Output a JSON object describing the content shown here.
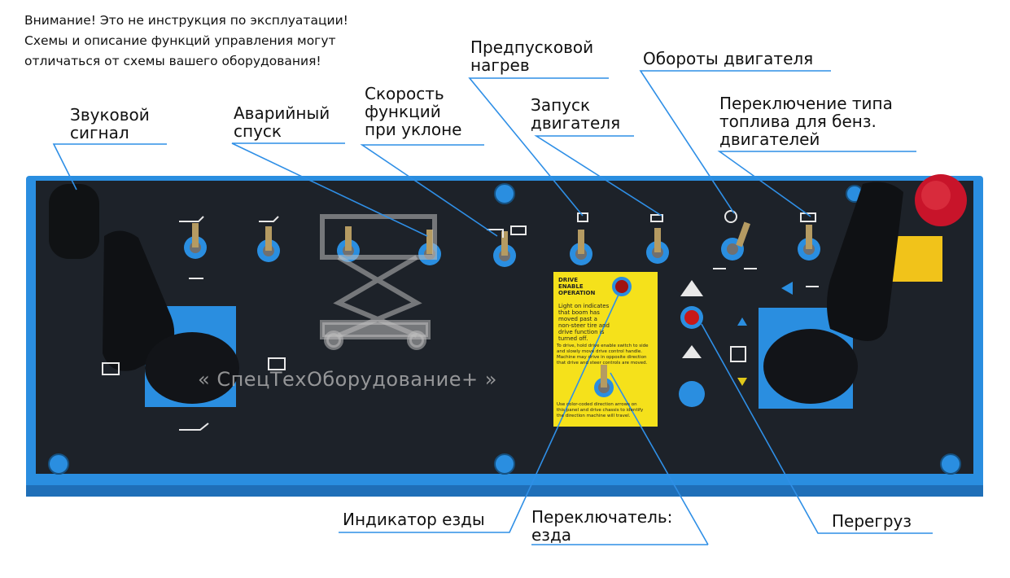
{
  "warning": {
    "lines": [
      "Внимание! Это не инструкция по эксплуатации!",
      "Схемы и описание функций управления могут",
      "отличаться от схемы вашего оборудования!"
    ]
  },
  "labels": {
    "horn": [
      "Звуковой",
      "сигнал"
    ],
    "emergency_lowering": [
      "Аварийный",
      "спуск"
    ],
    "slope_speed": [
      "Скорость",
      "функций",
      "при уклоне"
    ],
    "preheat": [
      "Предпусковой",
      "нагрев"
    ],
    "engine_start": [
      "Запуск",
      "двигателя"
    ],
    "engine_rpm": [
      "Обороты двигателя"
    ],
    "fuel_switch": [
      "Переключение типа",
      "топлива для бенз.",
      "двигателей"
    ],
    "drive_indicator": [
      "Индикатор езды"
    ],
    "drive_switch": [
      "Переключатель:",
      "езда"
    ],
    "overload": [
      "Перегруз"
    ]
  },
  "watermark": "« СпецТехОборудование+ »",
  "sticker": {
    "heading": [
      "DRIVE",
      "ENABLE",
      "OPERATION"
    ],
    "text_top": [
      "Light on indicates",
      "that boom has",
      "moved past a",
      "non-steer tire and",
      "drive function is",
      "turned off."
    ],
    "text_mid": [
      "To drive, hold drive enable switch to side",
      "and slowly move drive control handle.",
      "Machine may drive in opposite direction",
      "that drive and steer controls are moved."
    ],
    "text_bottom": [
      "Use color-coded direction arrows on",
      "this panel and drive chassis to identify",
      "the direction machine will travel."
    ]
  },
  "colors": {
    "panel_frame": "#2a8ee0",
    "panel_face": "#1d2229",
    "leader_line": "#2f8fe6",
    "sticker": "#f5e11b",
    "estop": "#c8142a",
    "overload_lamp": "#c81818"
  }
}
